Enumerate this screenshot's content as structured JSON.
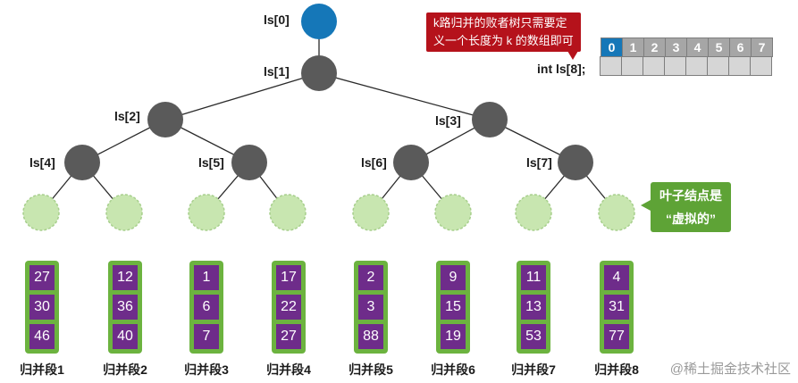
{
  "diagram": {
    "nodes": {
      "root": "ls[0]",
      "n1": "ls[1]",
      "n2": "ls[2]",
      "n3": "ls[3]",
      "n4": "ls[4]",
      "n5": "ls[5]",
      "n6": "ls[6]",
      "n7": "ls[7]"
    },
    "callout": {
      "line1": "k路归并的败者树只需要定",
      "line2": "义一个长度为 k 的数组即可"
    },
    "array": {
      "label": "int ls[8];",
      "indices": [
        "0",
        "1",
        "2",
        "3",
        "4",
        "5",
        "6",
        "7"
      ]
    },
    "leaf_note": {
      "line1": "叶子结点是",
      "line2": "“虚拟的”"
    },
    "segments": [
      {
        "name": "归并段1",
        "values": [
          "27",
          "30",
          "46"
        ]
      },
      {
        "name": "归并段2",
        "values": [
          "12",
          "36",
          "40"
        ]
      },
      {
        "name": "归并段3",
        "values": [
          "1",
          "6",
          "7"
        ]
      },
      {
        "name": "归并段4",
        "values": [
          "17",
          "22",
          "27"
        ]
      },
      {
        "name": "归并段5",
        "values": [
          "2",
          "3",
          "88"
        ]
      },
      {
        "name": "归并段6",
        "values": [
          "9",
          "15",
          "19"
        ]
      },
      {
        "name": "归并段7",
        "values": [
          "11",
          "13",
          "53"
        ]
      },
      {
        "name": "归并段8",
        "values": [
          "4",
          "31",
          "77"
        ]
      }
    ],
    "watermark": "@稀土掘金技术社区",
    "colors": {
      "root": "#1577b8",
      "internal": "#5a5a5a",
      "leaf": "#c8e6b0",
      "segment_bg": "#6cb33f",
      "segment_cell": "#6e2c8a",
      "callout": "#b5121b",
      "note": "#5ea336"
    }
  }
}
